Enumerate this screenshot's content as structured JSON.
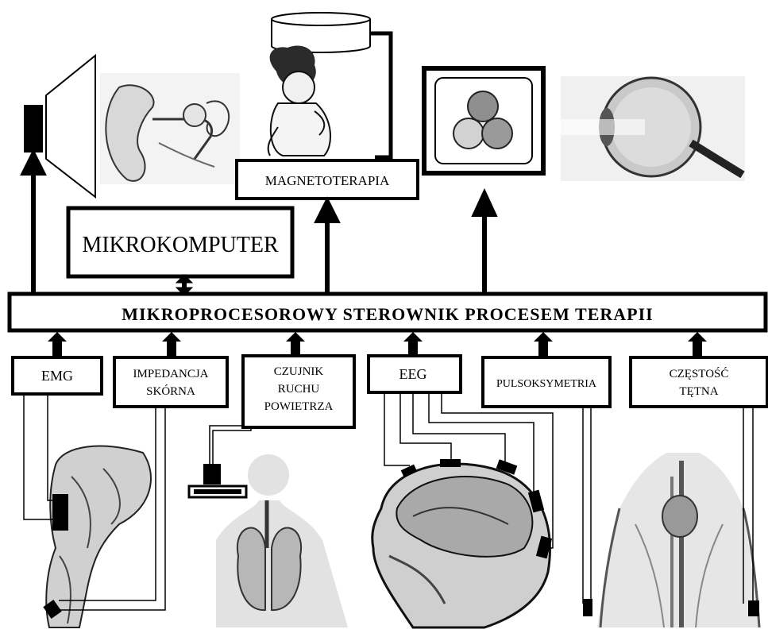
{
  "bus": {
    "label": "MIKROPROCESOROWY STEROWNIK PROCESEM TERAPII"
  },
  "microcomputer": {
    "label": "MIKROKOMPUTER"
  },
  "magnetotherapy": {
    "label": "MAGNETOTERAPIA"
  },
  "sensors": {
    "emg": {
      "lines": [
        "EMG"
      ]
    },
    "impedance": {
      "lines": [
        "IMPEDANCJA",
        "SKÓRNA"
      ]
    },
    "airflow": {
      "lines": [
        "CZUJNIK",
        "RUCHU",
        "POWIETRZA"
      ]
    },
    "eeg": {
      "lines": [
        "EEG"
      ]
    },
    "pulseox": {
      "lines": [
        "PULSOKSYMETRIA"
      ]
    },
    "heartrate": {
      "lines": [
        "CZĘSTOŚĆ",
        "TĘTNA"
      ]
    }
  },
  "display": {
    "circle_colors": [
      "#8f8f8f",
      "#d2d2d2",
      "#9a9a9a"
    ]
  },
  "illustrations": {
    "speaker": "speaker-icon",
    "ear": "ear-anatomy-illustration",
    "child": "child-illustration",
    "eye": "eye-anatomy-illustration",
    "arm": "arm-muscles-illustration",
    "lungs": "lungs-illustration",
    "head": "head-brain-illustration",
    "body": "circulatory-system-illustration"
  }
}
